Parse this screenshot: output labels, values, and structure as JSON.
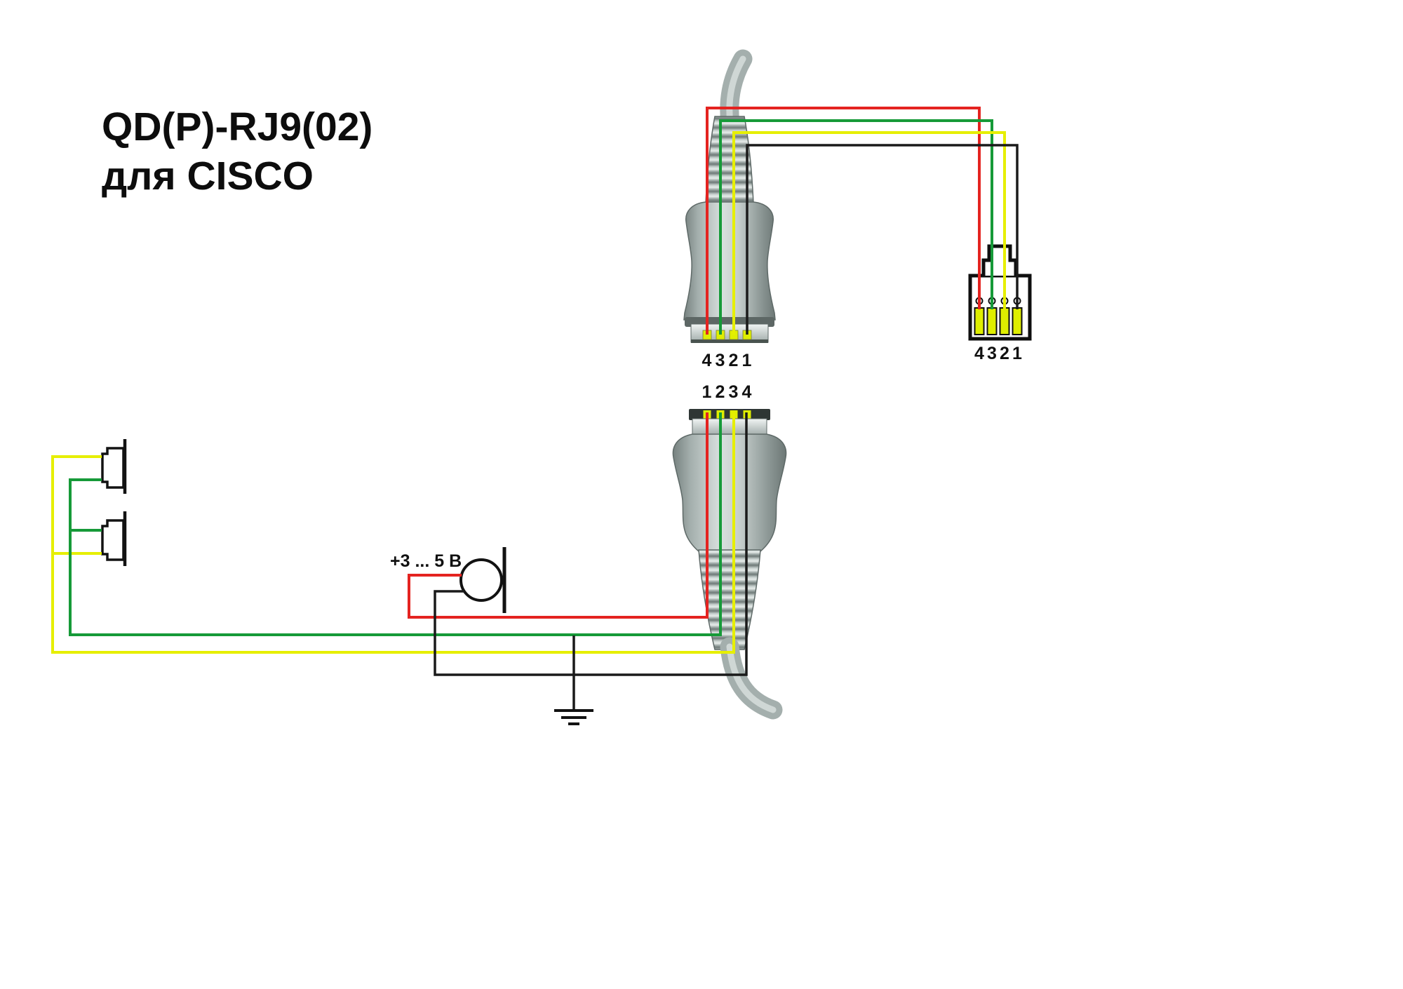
{
  "title": {
    "line1": "QD(P)-RJ9(02)",
    "line2": "для CISCO"
  },
  "labels": {
    "qd_top_pins": [
      "4",
      "3",
      "2",
      "1"
    ],
    "qd_bottom_pins": [
      "1",
      "2",
      "3",
      "4"
    ],
    "rj9_pins": [
      "4",
      "3",
      "2",
      "1"
    ],
    "mic_voltage": "+3 ... 5 В"
  },
  "colors": {
    "wire_red": "#e42320",
    "wire_green": "#169a38",
    "wire_yellow": "#e6ef00",
    "wire_black": "#1a1a1a",
    "contact_yellow": "#dfee00"
  }
}
